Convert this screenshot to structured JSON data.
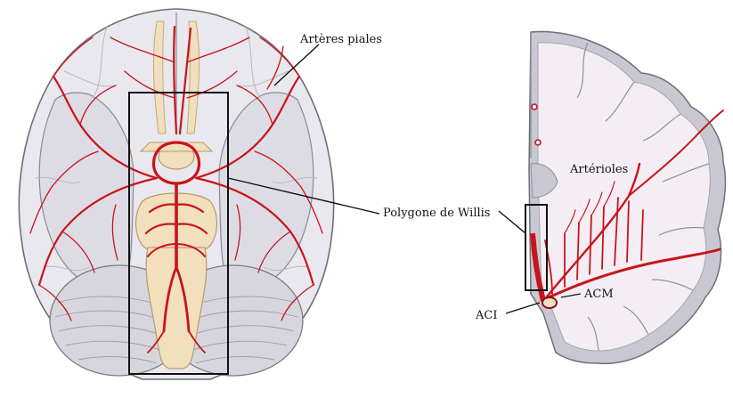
{
  "labels": {
    "pial_arteries": "Artères piales",
    "circle_of_willis": "Polygone de Willis",
    "arterioles": "Artérioles",
    "ica": "ACI",
    "mca": "ACM"
  },
  "colors": {
    "artery": "#c8141c",
    "artery_dark": "#8e0c12",
    "brain_fill": "#e9e8ee",
    "brain_stroke": "#6f6f78",
    "cortex_gray": "#c9c8d2",
    "white_matter": "#f4eef4",
    "nerve": "#f1dfbd",
    "box": "#111111"
  }
}
